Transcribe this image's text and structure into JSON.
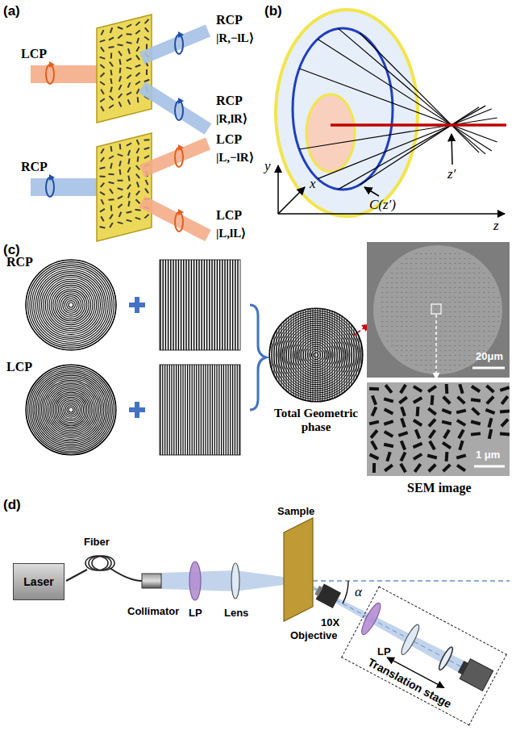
{
  "diagram": {
    "nodes": [
      {
        "text": [
          "Laser"
        ]
      },
      {
        "text": [
          "Translation stage"
        ]
      }
    ],
    "labels": [
      "(a)",
      "LCP",
      "RCP",
      "|R,−lL⟩",
      "RCP",
      "|R,lR⟩",
      "RCP",
      "LCP",
      "|L,−lR⟩",
      "LCP",
      "|L,lL⟩",
      "(b)",
      "y",
      "x",
      "z",
      "z′",
      "C(z′)",
      "(c)",
      "RCP",
      "LCP",
      "Total Geometric phase",
      "20μm",
      "1 μm",
      "SEM image",
      "(d)",
      "Fiber",
      "Collimator",
      "LP",
      "Lens",
      "Sample",
      "10X",
      "Objective",
      "α",
      "LP"
    ]
  }
}
